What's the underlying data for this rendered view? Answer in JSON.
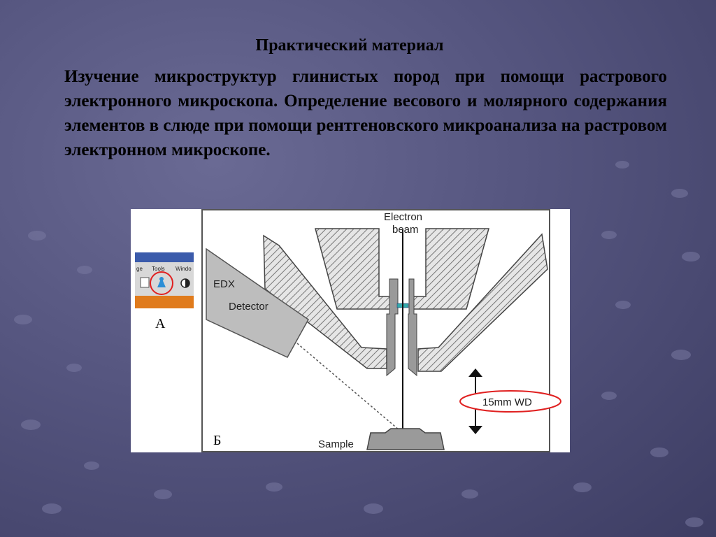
{
  "slide": {
    "title": "Практический материал",
    "body": "Изучение микроструктур глинистых пород при помощи растрового электронного микроскопа. Определение весового и молярного содержания элементов  в слюде при помощи рентгеновского микроанализа на растровом электронном микроскопе."
  },
  "figure": {
    "panel_a": {
      "label": "А",
      "menu_items": [
        "ge",
        "Tools",
        "Windo"
      ]
    },
    "panel_b": {
      "label": "Б",
      "beam_line1": "Electron",
      "beam_line2": "beam",
      "detector_line1": "EDX",
      "detector_line2": "Detector",
      "working_distance": "15mm WD",
      "sample": "Sample"
    }
  },
  "colors": {
    "toolbar_blue": "#3b5bab",
    "toolbar_orange": "#e07b1c",
    "highlight_red": "#e02020",
    "hatch_gray": "#9a9a9a"
  }
}
